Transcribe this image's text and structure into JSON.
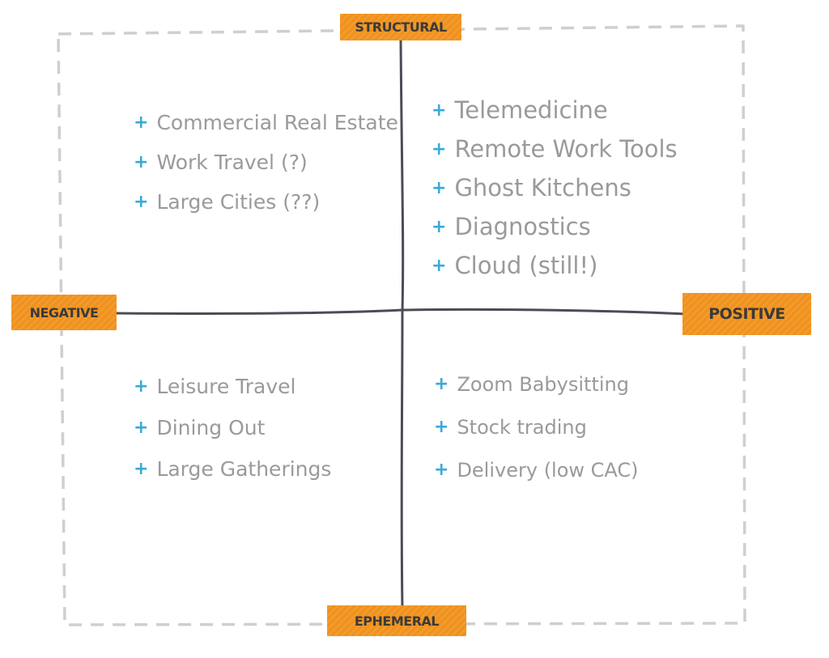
{
  "axes": {
    "top": "STRUCTURAL",
    "bottom": "EPHEMERAL",
    "left": "NEGATIVE",
    "right": "POSITIVE"
  },
  "quadrants": {
    "top_left": {
      "items": [
        "Commercial Real Estate",
        "Work Travel (?)",
        "Large Cities (??)"
      ]
    },
    "top_right": {
      "items": [
        "Telemedicine",
        "Remote Work Tools",
        "Ghost Kitchens",
        "Diagnostics",
        "Cloud (still!)"
      ]
    },
    "bottom_left": {
      "items": [
        "Leisure Travel",
        "Dining Out",
        "Large Gatherings"
      ]
    },
    "bottom_right": {
      "items": [
        "Zoom Babysitting",
        "Stock trading",
        "Delivery (low CAC)"
      ]
    }
  },
  "bullet_symbol": "+",
  "colors": {
    "label_fill": "#f0921d",
    "axis_line": "#4a4d55",
    "frame_dash": "#cfcfcf",
    "bullet": "#3aa9d8",
    "item_text": "#9a9a9a"
  }
}
